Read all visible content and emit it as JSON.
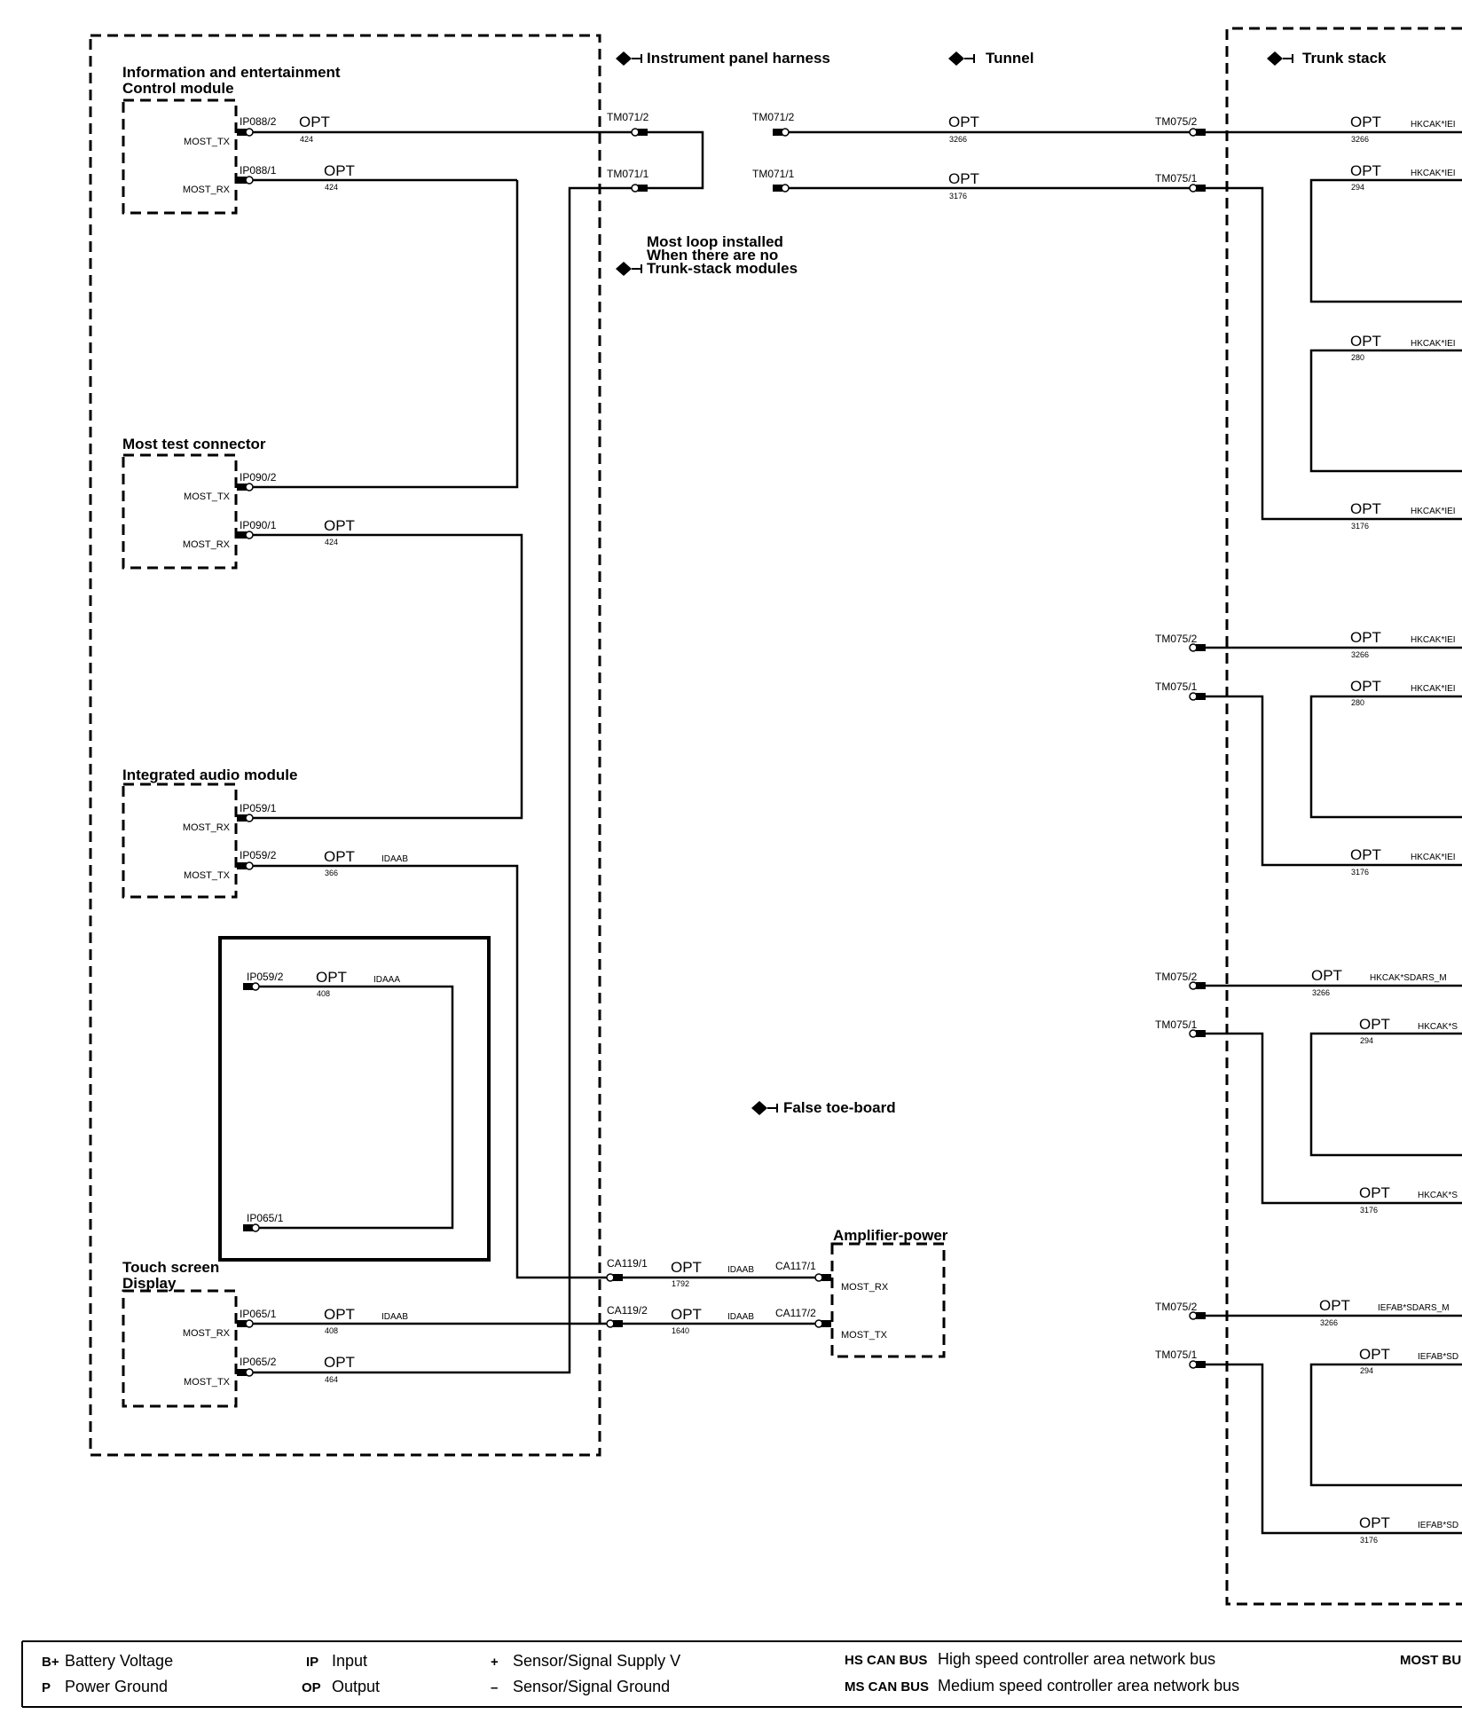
{
  "locations": {
    "instrument_panel": "Instrument panel harness",
    "tunnel": "Tunnel",
    "trunk_stack": "Trunk stack",
    "false_toe_board": "False toe-board",
    "most_loop_line1": "Most loop installed",
    "most_loop_line2": "When there are no",
    "most_loop_line3": "Trunk-stack modules"
  },
  "modules": {
    "iecm_line1": "Information and entertainment",
    "iecm_line2": "Control module",
    "most_test": "Most test connector",
    "iam": "Integrated audio module",
    "touch_line1": "Touch screen",
    "touch_line2": "Display",
    "amp": "Amplifier-power"
  },
  "pins": {
    "most_tx": "MOST_TX",
    "most_rx": "MOST_RX"
  },
  "connectors": {
    "ip088_2": "IP088/2",
    "ip088_1": "IP088/1",
    "ip090_2": "IP090/2",
    "ip090_1": "IP090/1",
    "ip059_1": "IP059/1",
    "ip059_2": "IP059/2",
    "ip065_1": "IP065/1",
    "ip065_2": "IP065/2",
    "tm071_2": "TM071/2",
    "tm071_1": "TM071/1",
    "tm075_2": "TM075/2",
    "tm075_1": "TM075/1",
    "ca119_1": "CA119/1",
    "ca119_2": "CA119/2",
    "ca117_1": "CA117/1",
    "ca117_2": "CA117/2"
  },
  "wire": {
    "opt": "OPT",
    "n424": "424",
    "n366": "366",
    "n408": "408",
    "n464": "464",
    "n3266": "3266",
    "n3176": "3176",
    "n294": "294",
    "n280": "280",
    "n1792": "1792",
    "n1640": "1640"
  },
  "tags": {
    "idaab": "IDAAB",
    "idaaa": "IDAAA",
    "hkcak_iei": "HKCAK*IEI",
    "hkcak_sdars": "HKCAK*SDARS_M",
    "hkcak_s": "HKCAK*S",
    "iefab_sdars": "IEFAB*SDARS_M",
    "iefab_sd": "IEFAB*SD"
  },
  "legend": {
    "b_plus_abbr": "B+",
    "b_plus": "Battery Voltage",
    "p_abbr": "P",
    "p": "Power Ground",
    "ip_abbr": "IP",
    "ip": "Input",
    "op_abbr": "OP",
    "op": "Output",
    "plus_abbr": "+",
    "plus": "Sensor/Signal Supply V",
    "minus_abbr": "–",
    "minus": "Sensor/Signal Ground",
    "hs_abbr": "HS CAN BUS",
    "hs": "High speed controller area network bus",
    "ms_abbr": "MS CAN BUS",
    "ms": "Medium speed controller area network bus",
    "most_abbr": "MOST BU"
  }
}
